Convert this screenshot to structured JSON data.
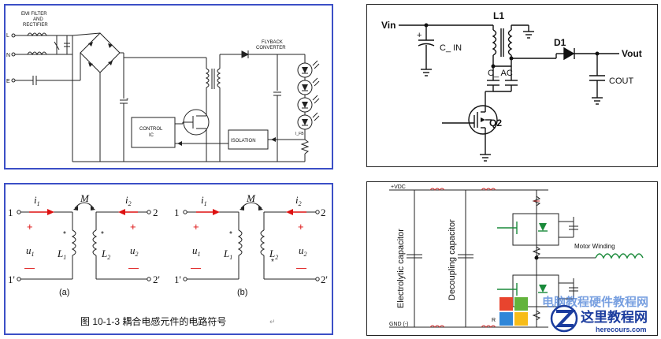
{
  "panel1": {
    "emi_label_1": "EMI FILTER",
    "emi_label_2": "AND",
    "emi_label_3": "RECTIFIER",
    "flyback_label_1": "FLYBACK",
    "flyback_label_2": "CONVERTER",
    "terminal_l": "L",
    "terminal_n": "N",
    "terminal_e": "E",
    "control_1": "CONTROL",
    "control_2": "IC",
    "isolation": "ISOLATION",
    "ifb": "I_FB",
    "plus": "+"
  },
  "panel2": {
    "vin": "Vin",
    "cin": "C_ IN",
    "l1": "L1",
    "d1": "D1",
    "vout": "Vout",
    "cac": "C_ AC",
    "cout": "COUT",
    "q2": "Q2",
    "plus": "+"
  },
  "panel3": {
    "i1": "i",
    "i1_sub": "1",
    "i2": "i",
    "i2_sub": "2",
    "m": "M",
    "node1": "1",
    "node2": "2",
    "node1p": "1'",
    "node2p": "2'",
    "u1": "u",
    "u1_sub": "1",
    "u2": "u",
    "u2_sub": "2",
    "l1": "L",
    "l1_sub": "1",
    "l2": "L",
    "l2_sub": "2",
    "plus": "+",
    "minus": "—",
    "dot": "*",
    "label_a": "(a)",
    "label_b": "(b)",
    "caption": "图 10-1-3  耦合电感元件的电路符号"
  },
  "panel4": {
    "vdc": "+VDC",
    "gnd": "GND (-)",
    "electrolytic": "Electrolytic capacitor",
    "decoupling": "Decoupling capacitor",
    "motor": "Motor Winding",
    "rs": "R",
    "watermark_cn": "这里教程网",
    "watermark_url": "herecours.com",
    "watermark_partial": "电脑教程硬件教程网"
  }
}
